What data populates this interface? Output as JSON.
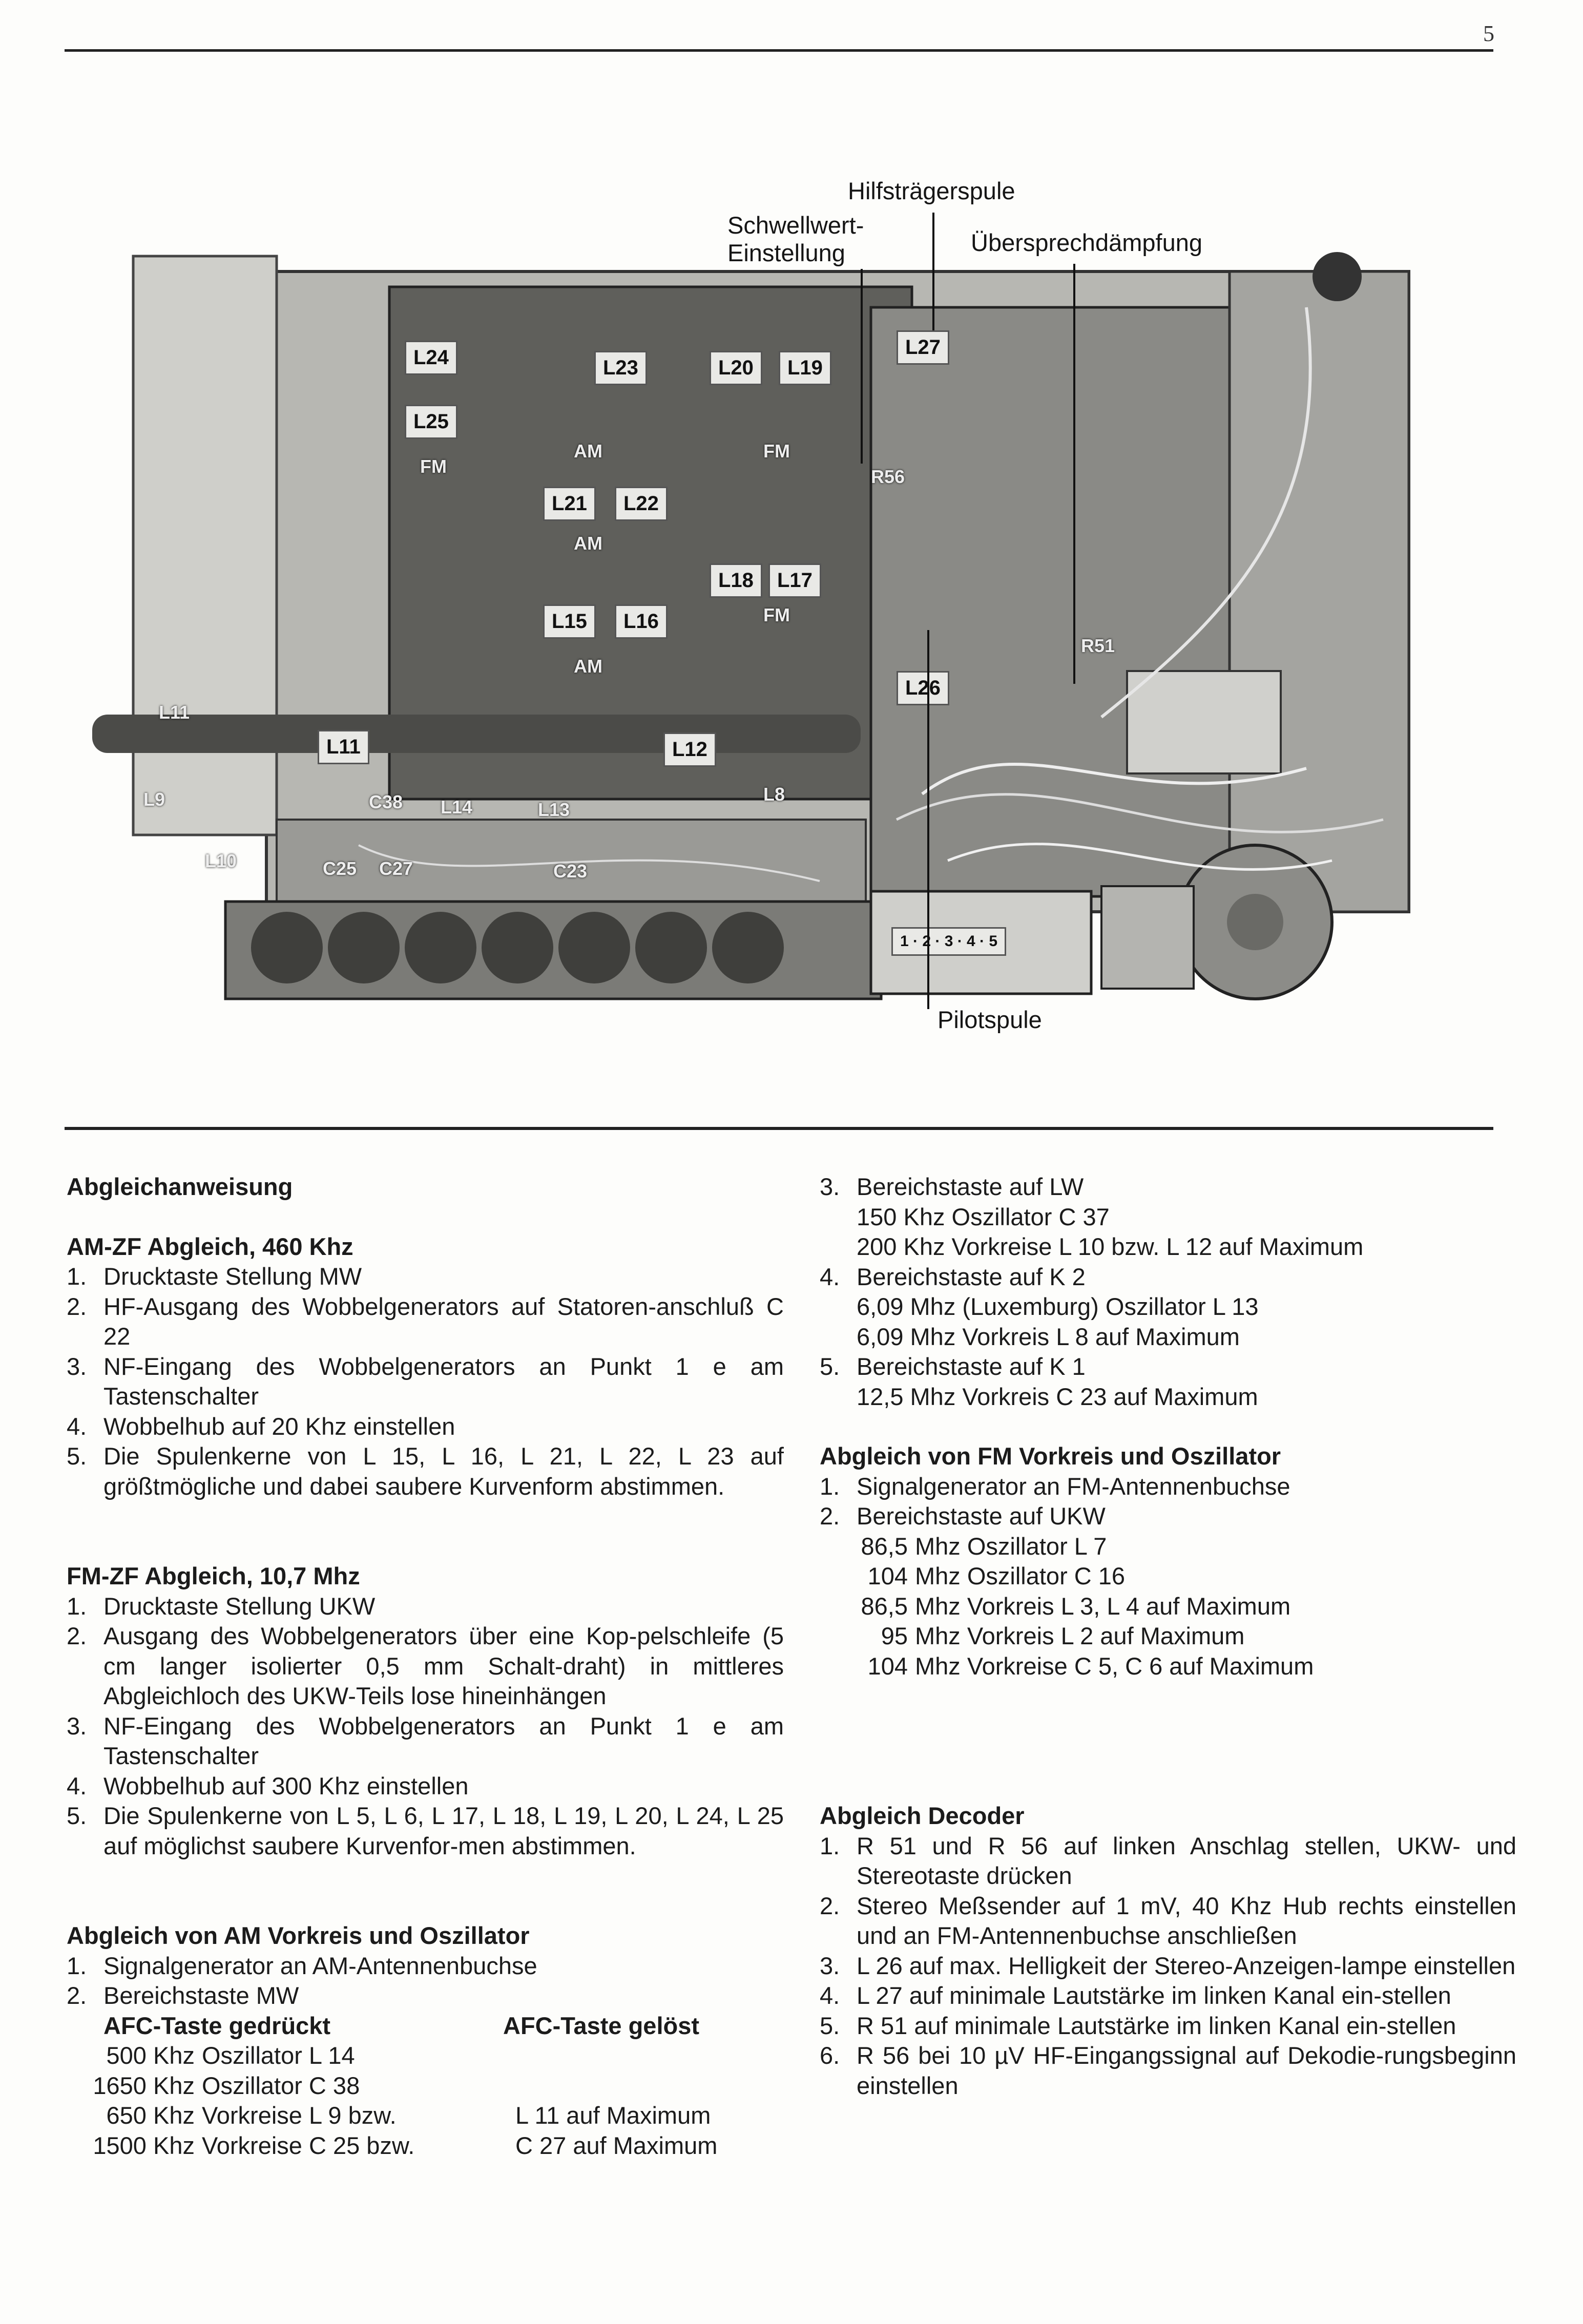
{
  "page_number": "5",
  "photo": {
    "callouts": {
      "hilfstraeger": "Hilfsträgerspule",
      "schwellwert_1": "Schwellwert-",
      "schwellwert_2": "Einstellung",
      "uebersprech": "Übersprechdämpfung",
      "pilot": "Pilotspule"
    },
    "coil_labels": [
      "L24",
      "L25",
      "L23",
      "L20",
      "L19",
      "L21",
      "L22",
      "L18",
      "L17",
      "L15",
      "L16",
      "L27",
      "L26",
      "L11",
      "L11",
      "L12",
      "L9",
      "C38",
      "L14",
      "L13",
      "L8",
      "L10",
      "C25",
      "C27",
      "C23",
      "R56",
      "R51"
    ],
    "board_marks": [
      "FM",
      "AM",
      "FM",
      "AM",
      "FM",
      "AM"
    ],
    "scale": "1 · 2 · 3 · 4 · 5"
  },
  "left": {
    "title": "Abgleichanweisung",
    "am_zf": {
      "heading": "AM-ZF Abgleich, 460 Khz",
      "items": [
        {
          "n": "1.",
          "t": "Drucktaste Stellung MW"
        },
        {
          "n": "2.",
          "t": "HF-Ausgang des Wobbelgenerators auf Statoren-anschluß C 22"
        },
        {
          "n": "3.",
          "t": "NF-Eingang des Wobbelgenerators an Punkt 1 e am Tastenschalter"
        },
        {
          "n": "4.",
          "t": "Wobbelhub auf 20 Khz einstellen"
        },
        {
          "n": "5.",
          "t": "Die Spulenkerne von L 15, L 16, L 21, L 22, L 23 auf größtmögliche und dabei saubere Kurvenform abstimmen."
        }
      ]
    },
    "fm_zf": {
      "heading": "FM-ZF Abgleich, 10,7 Mhz",
      "items": [
        {
          "n": "1.",
          "t": "Drucktaste Stellung UKW"
        },
        {
          "n": "2.",
          "t": "Ausgang des Wobbelgenerators über eine Kop-pelschleife (5 cm langer isolierter 0,5 mm Schalt-draht) in mittleres Abgleichloch des UKW-Teils lose hineinhängen"
        },
        {
          "n": "3.",
          "t": "NF-Eingang des Wobbelgenerators an Punkt 1 e am Tastenschalter"
        },
        {
          "n": "4.",
          "t": "Wobbelhub auf 300 Khz einstellen"
        },
        {
          "n": "5.",
          "t": "Die Spulenkerne von L 5, L 6, L 17, L 18, L 19, L 20, L 24, L 25 auf möglichst saubere Kurvenfor-men abstimmen."
        }
      ]
    },
    "am_vorkreis": {
      "heading": "Abgleich von AM Vorkreis und Oszillator",
      "items": [
        {
          "n": "1.",
          "t": "Signalgenerator an AM-Antennenbuchse"
        },
        {
          "n": "2.",
          "t": "Bereichstaste MW"
        }
      ],
      "afc_pressed": "AFC-Taste gedrückt",
      "afc_released": "AFC-Taste gelöst",
      "rows": [
        {
          "f": "500 Khz",
          "d": "Oszillator L 14",
          "e": ""
        },
        {
          "f": "1650 Khz",
          "d": "Oszillator C 38",
          "e": ""
        },
        {
          "f": "650 Khz",
          "d": "Vorkreise L 9 bzw.",
          "e": "L 11 auf Maximum"
        },
        {
          "f": "1500 Khz",
          "d": "Vorkreise C 25 bzw.",
          "e": "C 27 auf Maximum"
        }
      ]
    }
  },
  "right": {
    "am_cont": {
      "items": [
        {
          "n": "3.",
          "t": "Bereichstaste auf LW",
          "sub": [
            "150 Khz Oszillator C 37",
            "200 Khz Vorkreise L 10 bzw. L 12 auf Maximum"
          ]
        },
        {
          "n": "4.",
          "t": "Bereichstaste auf K 2",
          "sub": [
            "6,09 Mhz (Luxemburg) Oszillator L 13",
            "6,09 Mhz Vorkreis L 8 auf Maximum"
          ]
        },
        {
          "n": "5.",
          "t": "Bereichstaste auf K 1",
          "sub": [
            "12,5 Mhz Vorkreis C 23 auf Maximum"
          ]
        }
      ]
    },
    "fm_vorkreis": {
      "heading": "Abgleich von FM Vorkreis und Oszillator",
      "items": [
        {
          "n": "1.",
          "t": "Signalgenerator an FM-Antennenbuchse"
        },
        {
          "n": "2.",
          "t": "Bereichstaste auf UKW"
        }
      ],
      "rows": [
        {
          "f": "86,5",
          "d": "Mhz Oszillator L 7"
        },
        {
          "f": "104",
          "d": "Mhz Oszillator C 16"
        },
        {
          "f": "86,5",
          "d": "Mhz Vorkreis L 3, L 4 auf Maximum"
        },
        {
          "f": "95",
          "d": "Mhz Vorkreis L 2 auf Maximum"
        },
        {
          "f": "104",
          "d": "Mhz Vorkreise C 5, C 6 auf Maximum"
        }
      ]
    },
    "decoder": {
      "heading": "Abgleich Decoder",
      "items": [
        {
          "n": "1.",
          "t": "R 51 und R 56 auf linken Anschlag stellen, UKW- und Stereotaste drücken"
        },
        {
          "n": "2.",
          "t": "Stereo Meßsender auf 1 mV, 40 Khz Hub rechts einstellen und an FM-Antennenbuchse anschließen"
        },
        {
          "n": "3.",
          "t": "L 26 auf max. Helligkeit der Stereo-Anzeigen-lampe einstellen"
        },
        {
          "n": "4.",
          "t": "L 27 auf minimale Lautstärke im linken Kanal ein-stellen"
        },
        {
          "n": "5.",
          "t": "R 51 auf minimale Lautstärke im linken Kanal ein-stellen"
        },
        {
          "n": "6.",
          "t": "R 56 bei 10 µV HF-Eingangssignal auf Dekodie-rungsbeginn einstellen"
        }
      ]
    }
  }
}
